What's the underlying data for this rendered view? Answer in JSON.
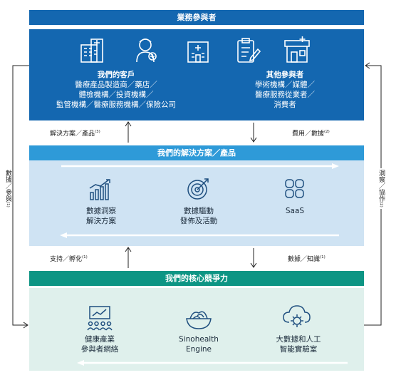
{
  "top": {
    "title": "業務參與者",
    "customers": {
      "heading": "我們的客戶",
      "lines": [
        "醫療產品製造商／藥店／",
        "體檢機構／投資機構／",
        "監管機構／醫療服務機構／保險公司"
      ]
    },
    "others": {
      "heading": "其他參與者",
      "lines": [
        "學術機構／媒體／",
        "醫療服務從業者／",
        "消費者"
      ]
    },
    "icons": [
      "hospital-icon",
      "pharmacist-icon",
      "clinic-building-icon",
      "clipboard-icon",
      "pharmacy-store-icon"
    ]
  },
  "middle": {
    "title": "我們的解決方案／產品",
    "items": [
      {
        "icon": "growth-chart-icon",
        "lines": [
          "數據洞察",
          "解決方案"
        ]
      },
      {
        "icon": "target-icon",
        "lines": [
          "數據驅動",
          "發佈及活動"
        ]
      },
      {
        "icon": "apps-grid-icon",
        "lines": [
          "SaaS"
        ]
      }
    ]
  },
  "bottom": {
    "title": "我們的核心競爭力",
    "items": [
      {
        "icon": "presentation-network-icon",
        "lines": [
          "健康產業",
          "參與者網絡"
        ]
      },
      {
        "icon": "healthy-bowl-icon",
        "lines": [
          "Sinohealth",
          "Engine"
        ]
      },
      {
        "icon": "cloud-gear-icon",
        "lines": [
          "大數據和人工",
          "智能實驗室"
        ]
      }
    ]
  },
  "flows": {
    "solutions_products": "解決方案／產品",
    "solutions_products_note": "(3)",
    "fees_data": "費用／數據",
    "fees_data_note": "(2)",
    "support_incubation": "支持／孵化",
    "support_incubation_note": "(1)",
    "data_knowledge": "數據／知識",
    "data_knowledge_note": "(1)",
    "left_side": "數據／參與",
    "left_side_note": "(1)",
    "right_side": "洞察／協作",
    "right_side_note": "(2)"
  },
  "colors": {
    "top_box": "#1467b0",
    "mid_bar": "#2e9ad8",
    "mid_box": "#cfe3f3",
    "bot_bar": "#0d9584",
    "bot_box": "#dff0ec"
  }
}
